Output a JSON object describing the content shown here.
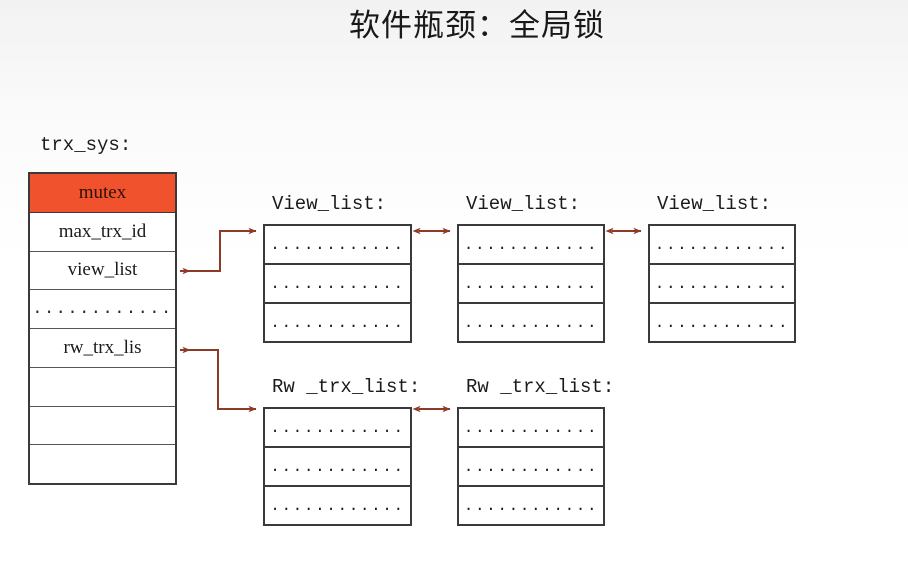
{
  "slide": {
    "title": "软件瓶颈：全局锁",
    "accent_color": "#f0522d",
    "arrow_color": "#8d3a28",
    "border_color": "#3a3a3a",
    "background_color": "#ffffff"
  },
  "trx_sys": {
    "label": "trx_sys:",
    "fields": [
      {
        "name": "mutex",
        "highlight": true
      },
      {
        "name": "max_trx_id",
        "highlight": false
      },
      {
        "name": "view_list",
        "highlight": false
      },
      {
        "name": "............",
        "highlight": false
      },
      {
        "name": "rw_trx_lis",
        "highlight": false
      },
      {
        "name": "",
        "highlight": false
      },
      {
        "name": "",
        "highlight": false
      },
      {
        "name": "",
        "highlight": false
      }
    ]
  },
  "view_list_nodes": [
    {
      "label": "View_list:",
      "rows": [
        "............",
        "............",
        "............"
      ]
    },
    {
      "label": "View_list:",
      "rows": [
        "............",
        "............",
        "............"
      ]
    },
    {
      "label": "View_list:",
      "rows": [
        "............",
        "............",
        "............"
      ]
    }
  ],
  "rw_trx_list_nodes": [
    {
      "label": "Rw _trx_list:",
      "rows": [
        "............",
        "............",
        "............"
      ]
    },
    {
      "label": "Rw _trx_list:",
      "rows": [
        "............",
        "............",
        "............"
      ]
    }
  ],
  "connectors": {
    "view_list_link": "view_list -> View_list node 1",
    "rw_trx_link": "rw_trx_lis -> Rw _trx_list node 1",
    "view_chain_1": "View_list 1 <-> View_list 2",
    "view_chain_2": "View_list 2 <-> View_list 3",
    "rw_chain_1": "Rw _trx_list 1 <-> Rw _trx_list 2"
  }
}
